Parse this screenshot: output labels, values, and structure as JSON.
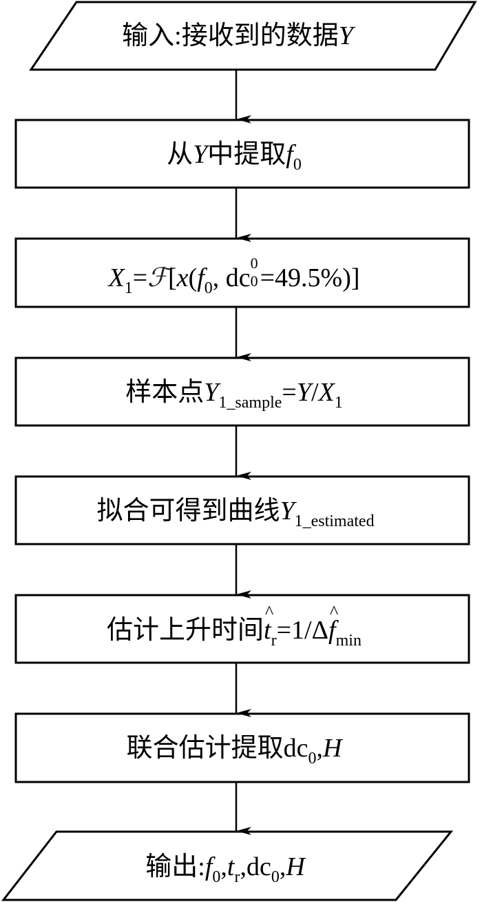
{
  "flowchart": {
    "steps": [
      {
        "id": "input",
        "shape": "parallelogram",
        "cn": "输入:接收到的数据",
        "var": "Y"
      },
      {
        "id": "step1",
        "shape": "rect",
        "cn_a": "从",
        "var_a": "Y",
        "cn_b": "中提取",
        "var_b": "f",
        "sub_b": "0"
      },
      {
        "id": "step2",
        "shape": "rect",
        "lhs": "X",
        "lhs_sub": "1",
        "eq": "=",
        "op": "ℱ",
        "open": "[",
        "x": "x",
        "paren_open": "(",
        "f": "f",
        "f_sub": "0",
        "comma": ",",
        "dc": "dc",
        "dc_sup": "0",
        "dc_sub": "0",
        "value": "=49.5%",
        "close": ")]"
      },
      {
        "id": "step3",
        "shape": "rect",
        "cn": "样本点",
        "var": "Y",
        "var_sub": "1_sample",
        "eq": "=",
        "rhs_num": "Y",
        "slash": "/",
        "rhs_den": "X",
        "rhs_den_sub": "1"
      },
      {
        "id": "step4",
        "shape": "rect",
        "cn": "拟合可得到曲线",
        "var": "Y",
        "var_sub": "1_estimated"
      },
      {
        "id": "step5",
        "shape": "rect",
        "cn": "估计上升时间",
        "var": "t",
        "var_sub": "r",
        "rhs": "=1/Δ",
        "rhs_var": "f",
        "rhs_sub": "min"
      },
      {
        "id": "step6",
        "shape": "rect",
        "cn": "联合估计提取",
        "dc": "dc",
        "dc_sub": "0",
        "sep": ",",
        "var": "H"
      },
      {
        "id": "output",
        "shape": "parallelogram",
        "cn": "输出",
        "colon": ":",
        "f": "f",
        "f_sub": "0",
        "sep1": ",",
        "t": "t",
        "t_sub": "r",
        "sep2": ",",
        "dc": "dc",
        "dc_sub": "0",
        "sep3": ",",
        "var": "H"
      }
    ],
    "line_color": "#000000"
  }
}
